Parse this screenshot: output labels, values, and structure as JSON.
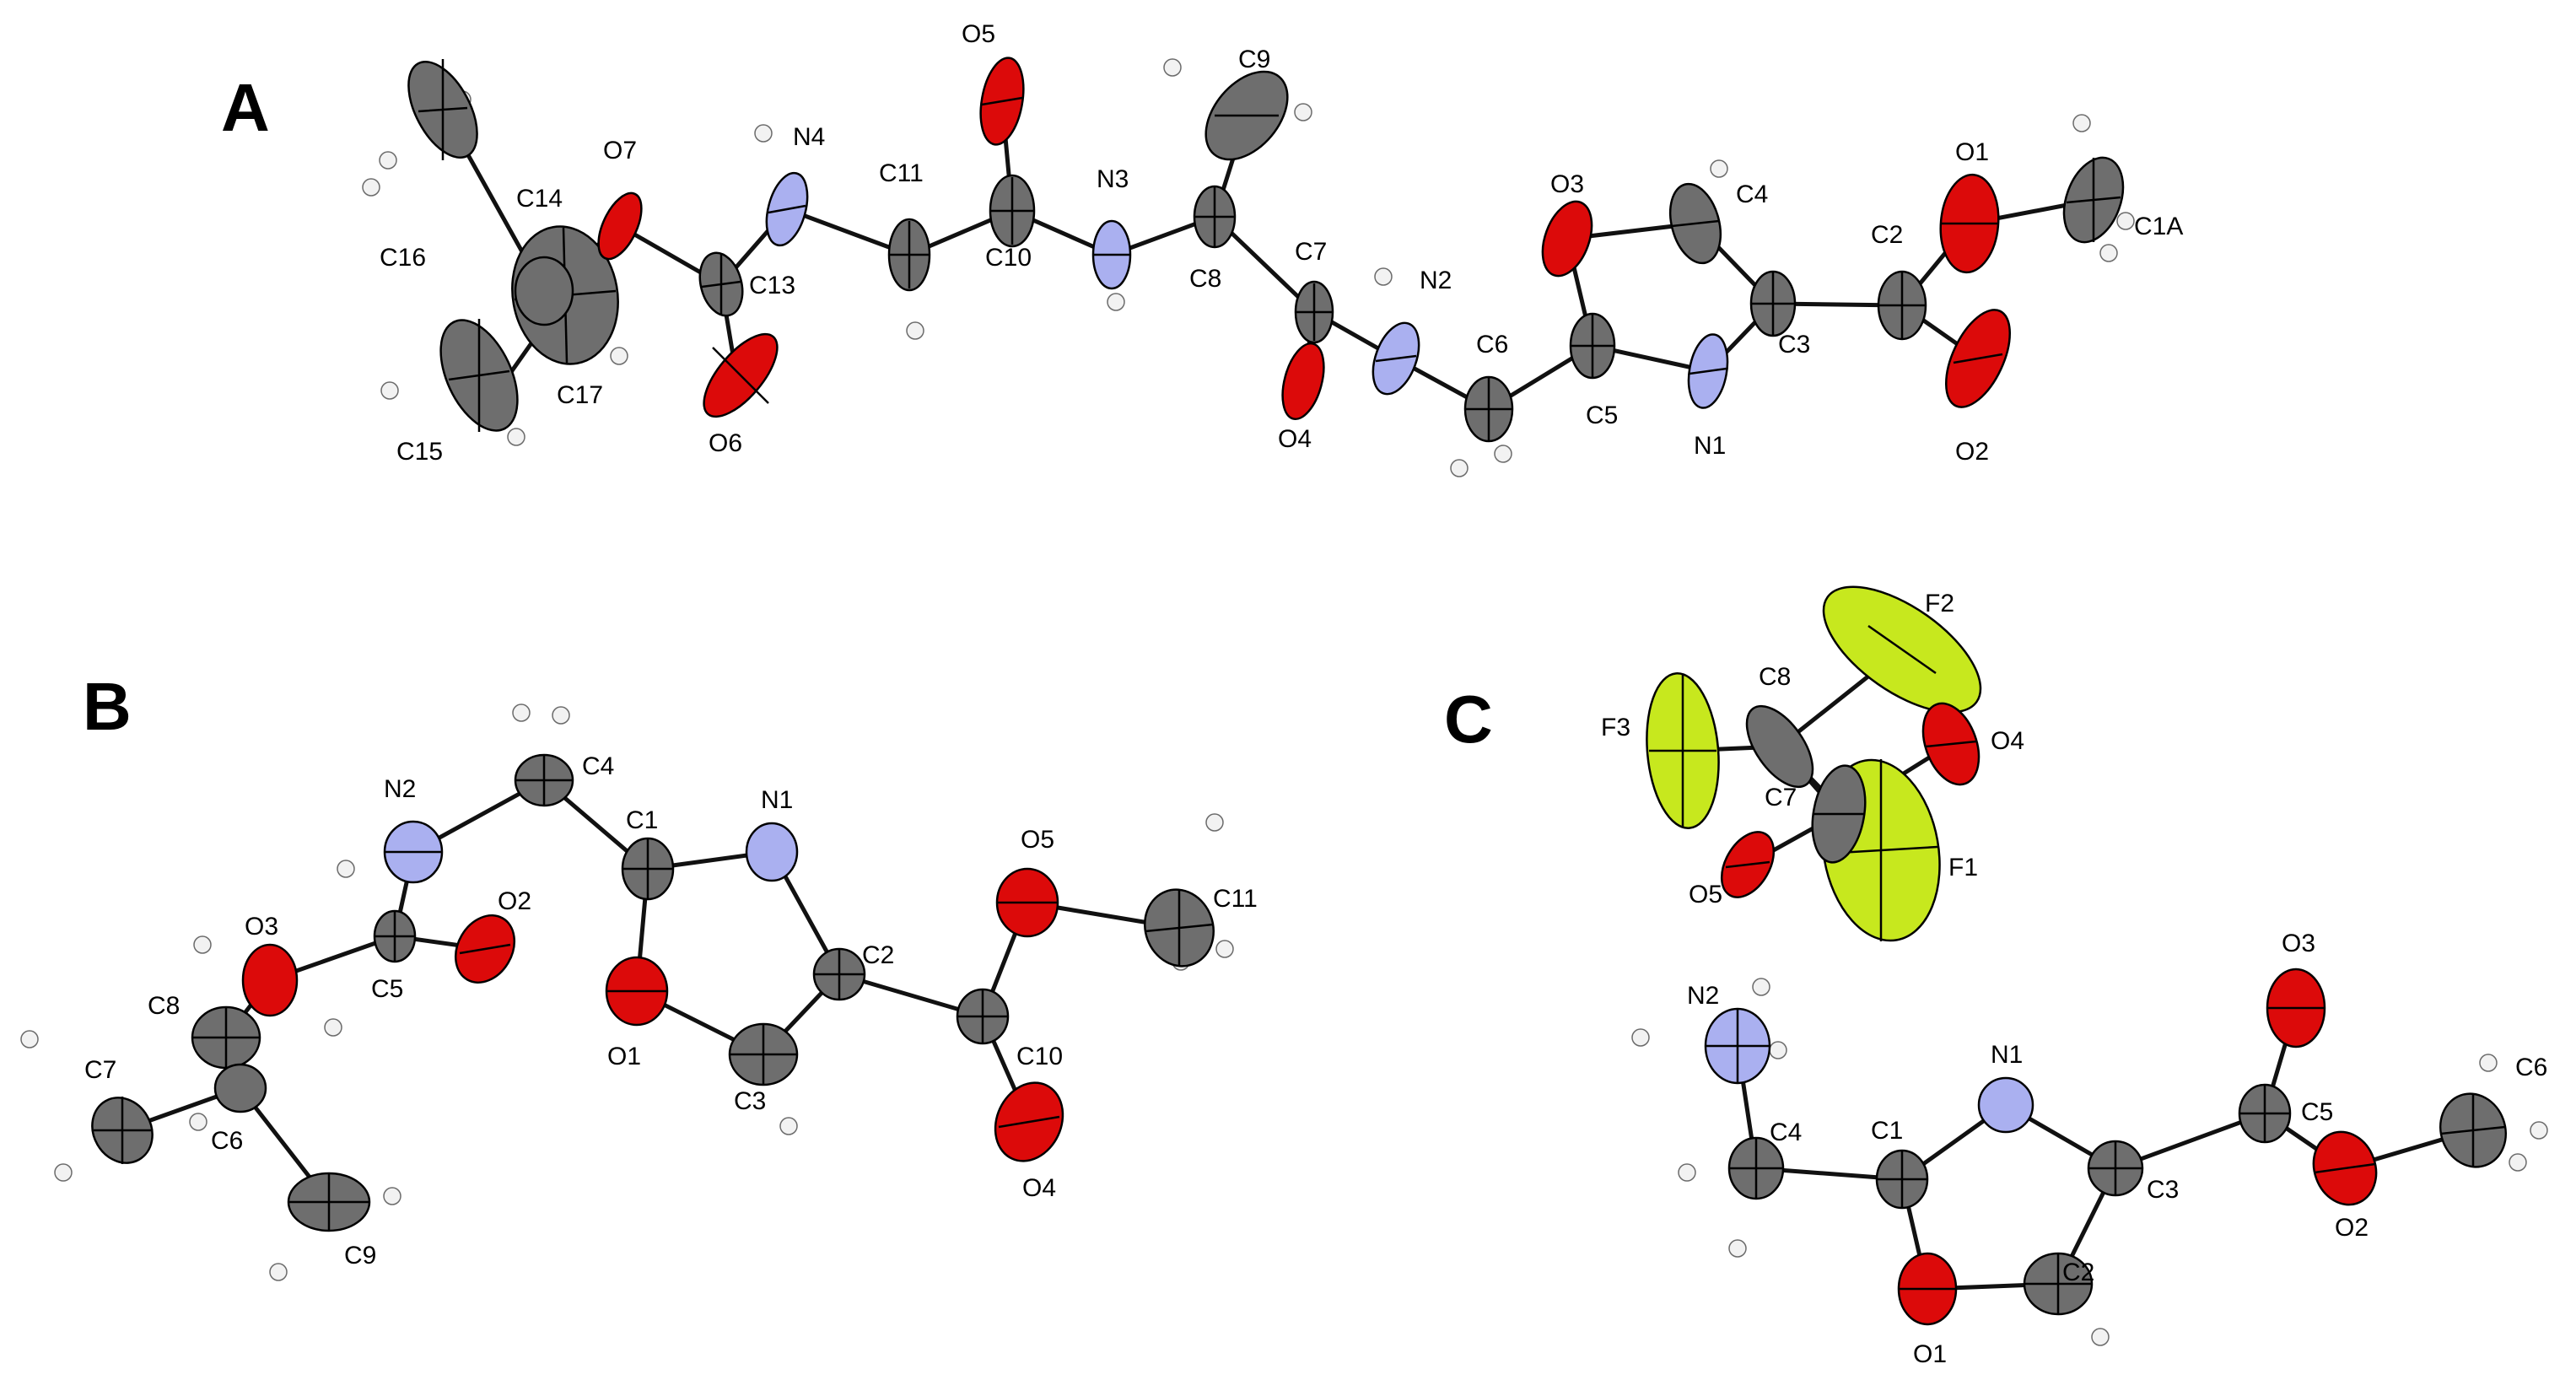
{
  "panels": [
    {
      "id": "A",
      "label": "A"
    },
    {
      "id": "B",
      "label": "B"
    },
    {
      "id": "C",
      "label": "C"
    }
  ],
  "element_colors": {
    "C": "#6e6e6e",
    "N": "#aab0f0",
    "O": "#dc0a0a",
    "F": "#c7e81e",
    "H": "#f2f2f2"
  },
  "molecules": {
    "A": {
      "atoms": [
        {
          "id": "C16",
          "el": "C",
          "label": "C16"
        },
        {
          "id": "C14",
          "el": "C",
          "label": "C14"
        },
        {
          "id": "C17",
          "el": "C",
          "label": "C17"
        },
        {
          "id": "C15",
          "el": "C",
          "label": "C15"
        },
        {
          "id": "O7",
          "el": "O",
          "label": "O7"
        },
        {
          "id": "C13",
          "el": "C",
          "label": "C13"
        },
        {
          "id": "O6",
          "el": "O",
          "label": "O6"
        },
        {
          "id": "N4",
          "el": "N",
          "label": "N4"
        },
        {
          "id": "C11",
          "el": "C",
          "label": "C11"
        },
        {
          "id": "C10",
          "el": "C",
          "label": "C10"
        },
        {
          "id": "O5",
          "el": "O",
          "label": "O5"
        },
        {
          "id": "N3",
          "el": "N",
          "label": "N3"
        },
        {
          "id": "C8",
          "el": "C",
          "label": "C8"
        },
        {
          "id": "C9",
          "el": "C",
          "label": "C9"
        },
        {
          "id": "C7",
          "el": "C",
          "label": "C7"
        },
        {
          "id": "O4",
          "el": "O",
          "label": "O4"
        },
        {
          "id": "N2",
          "el": "N",
          "label": "N2"
        },
        {
          "id": "C6",
          "el": "C",
          "label": "C6"
        },
        {
          "id": "C5",
          "el": "C",
          "label": "C5"
        },
        {
          "id": "O3",
          "el": "O",
          "label": "O3"
        },
        {
          "id": "C4",
          "el": "C",
          "label": "C4"
        },
        {
          "id": "N1",
          "el": "N",
          "label": "N1"
        },
        {
          "id": "C3",
          "el": "C",
          "label": "C3"
        },
        {
          "id": "C2",
          "el": "C",
          "label": "C2"
        },
        {
          "id": "O1",
          "el": "O",
          "label": "O1"
        },
        {
          "id": "O2",
          "el": "O",
          "label": "O2"
        },
        {
          "id": "C1A",
          "el": "C",
          "label": "C1A"
        }
      ]
    },
    "B": {
      "atoms": [
        {
          "id": "N2",
          "el": "N",
          "label": "N2"
        },
        {
          "id": "C4",
          "el": "C",
          "label": "C4"
        },
        {
          "id": "C1",
          "el": "C",
          "label": "C1"
        },
        {
          "id": "N1",
          "el": "N",
          "label": "N1"
        },
        {
          "id": "O3",
          "el": "O",
          "label": "O3"
        },
        {
          "id": "C5",
          "el": "C",
          "label": "C5"
        },
        {
          "id": "O2",
          "el": "O",
          "label": "O2"
        },
        {
          "id": "C8",
          "el": "C",
          "label": "C8"
        },
        {
          "id": "C7",
          "el": "C",
          "label": "C7"
        },
        {
          "id": "C6",
          "el": "C",
          "label": "C6"
        },
        {
          "id": "C9",
          "el": "C",
          "label": "C9"
        },
        {
          "id": "O1",
          "el": "O",
          "label": "O1"
        },
        {
          "id": "C3",
          "el": "C",
          "label": "C3"
        },
        {
          "id": "C2",
          "el": "C",
          "label": "C2"
        },
        {
          "id": "C10",
          "el": "C",
          "label": "C10"
        },
        {
          "id": "O5",
          "el": "O",
          "label": "O5"
        },
        {
          "id": "C11",
          "el": "C",
          "label": "C11"
        },
        {
          "id": "O4",
          "el": "O",
          "label": "O4"
        }
      ]
    },
    "C": {
      "atoms": [
        {
          "id": "F2",
          "el": "F",
          "label": "F2"
        },
        {
          "id": "C8",
          "el": "C",
          "label": "C8"
        },
        {
          "id": "F3",
          "el": "F",
          "label": "F3"
        },
        {
          "id": "O4",
          "el": "O",
          "label": "O4"
        },
        {
          "id": "C7",
          "el": "C",
          "label": "C7"
        },
        {
          "id": "F1",
          "el": "F",
          "label": "F1"
        },
        {
          "id": "O5",
          "el": "O",
          "label": "O5"
        },
        {
          "id": "N2",
          "el": "N",
          "label": "N2"
        },
        {
          "id": "N1",
          "el": "N",
          "label": "N1"
        },
        {
          "id": "C1",
          "el": "C",
          "label": "C1"
        },
        {
          "id": "C4",
          "el": "C",
          "label": "C4"
        },
        {
          "id": "C3",
          "el": "C",
          "label": "C3"
        },
        {
          "id": "C5",
          "el": "C",
          "label": "C5"
        },
        {
          "id": "O3",
          "el": "O",
          "label": "O3"
        },
        {
          "id": "O2",
          "el": "O",
          "label": "O2"
        },
        {
          "id": "C6",
          "el": "C",
          "label": "C6"
        },
        {
          "id": "C2",
          "el": "C",
          "label": "C2"
        },
        {
          "id": "O1",
          "el": "O",
          "label": "O1"
        }
      ]
    }
  }
}
